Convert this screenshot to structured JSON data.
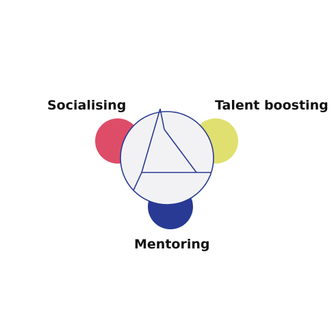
{
  "diagram": {
    "labels": {
      "socialising": "Socialising",
      "talent_boosting": "Talent boosting",
      "mentoring": "Mentoring"
    },
    "colors": {
      "socialising": "#de4d68",
      "talent_boosting": "#e0e070",
      "mentoring": "#283a94",
      "center_fill": "#f2f2f5",
      "center_stroke": "#283a94"
    }
  }
}
